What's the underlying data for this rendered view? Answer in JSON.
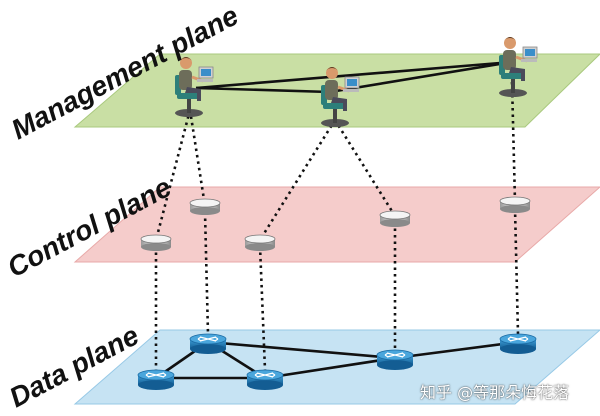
{
  "planes": {
    "management": {
      "label": "Management plane",
      "fill": "#c9dfa4",
      "edge": "#a9c97e"
    },
    "control": {
      "label": "Control plane",
      "fill": "#f5cccb",
      "edge": "#e8a9a8"
    },
    "data": {
      "label": "Data plane",
      "fill": "#c6e3f3",
      "edge": "#97c9e6"
    }
  },
  "icons": {
    "management_workstation": "person-at-computer-icon",
    "controller": "controller-disk-icon",
    "switch": "router-switch-icon"
  },
  "watermark": "知乎 @等那朵悔花落",
  "colors": {
    "text": "#111111",
    "switch": "#1e78b4",
    "controller": "#e6e6e6"
  }
}
